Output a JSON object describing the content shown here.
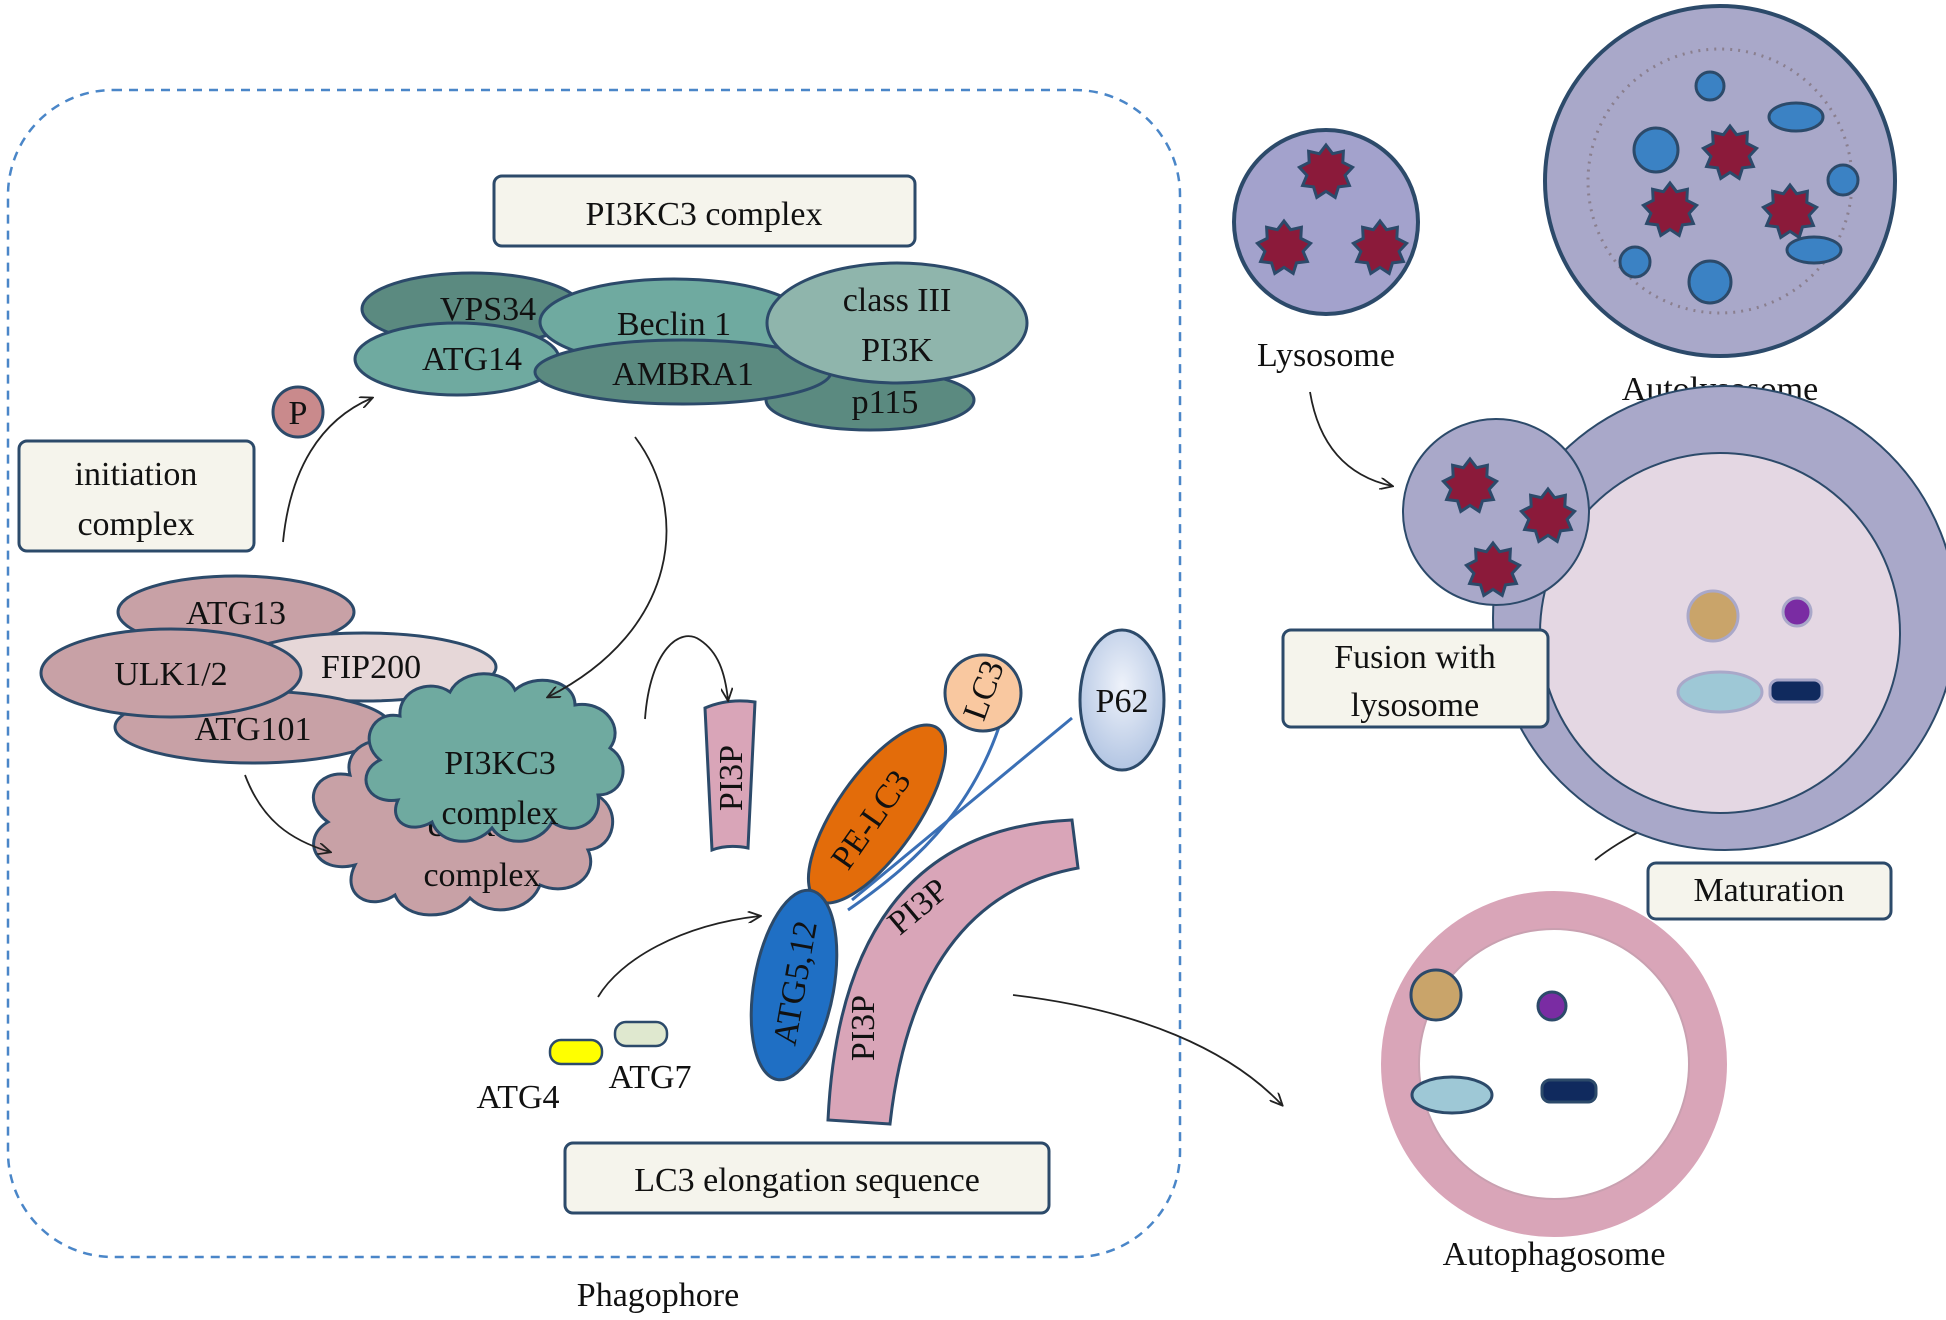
{
  "labels": {
    "pi3kc3_complex_box": "PI3KC3 complex",
    "vps34": "VPS34",
    "atg14": "ATG14",
    "beclin1": "Beclin 1",
    "ambra1": "AMBRA1",
    "class3_line1": "class III",
    "class3_line2": "PI3K",
    "p115": "p115",
    "p_badge": "P",
    "initiation_line1": "initiation",
    "initiation_line2": "complex",
    "atg13": "ATG13",
    "ulk12": "ULK1/2",
    "fip200": "FIP200",
    "atg101": "ATG101",
    "cloud_pi3kc3_line1": "PI3KC3",
    "cloud_pi3kc3_line2": "complex",
    "cloud_ulk_line1": "ULK1/2",
    "cloud_ulk_line2": "complex",
    "pi3p_small": "PI3P",
    "lc3": "LC3",
    "pe_lc3": "PE-LC3",
    "p62": "P62",
    "atg5_12": "ATG5,12",
    "pi3p_upper": "PI3P",
    "pi3p_lower": "PI3P",
    "atg4": "ATG4",
    "atg7": "ATG7",
    "lc3_elongation_box": "LC3 elongation sequence",
    "phagophore": "Phagophore",
    "lysosome": "Lysosome",
    "autolysosome": "Autolysosome",
    "fusion_line1": "Fusion with",
    "fusion_line2": "lysosome",
    "maturation": "Maturation",
    "autophagosome": "Autophagosome"
  },
  "colors": {
    "teal_dark": "#5b8a80",
    "teal": "#6faaa0",
    "teal_light": "#8fb5ac",
    "mauve": "#c8a1a6",
    "mauve_light": "#e6d7d8",
    "pink_band": "#d9a5b8",
    "orange": "#e36c0a",
    "blue": "#1f6fc4",
    "peach": "#f9c8a0",
    "lavender": "#a9a8c9",
    "lysosome_fill": "#a3a2cc",
    "star_red": "#8b1a3a",
    "yellow": "#ffff00",
    "tan": "#c9a46a",
    "navy": "#102a5e",
    "purple": "#7a2ca3"
  }
}
